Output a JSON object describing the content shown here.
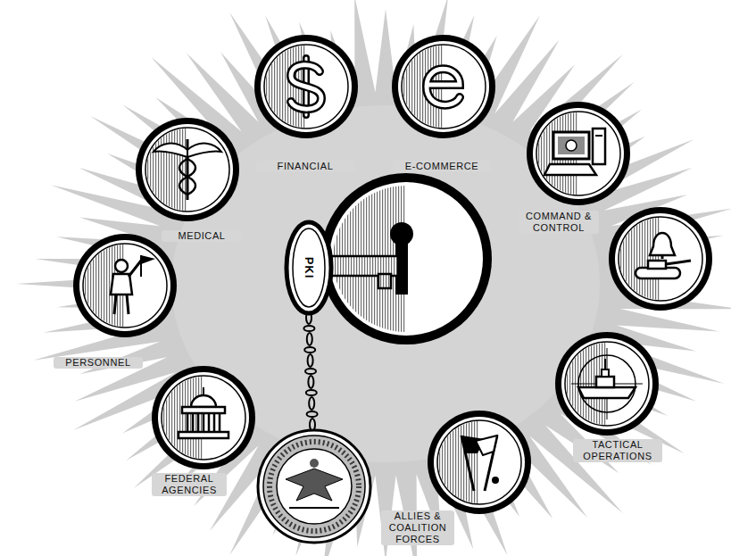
{
  "diagram": {
    "nodes": [
      {
        "text": [
          "FINANCIAL"
        ]
      },
      {
        "text": [
          "E-COMMERCE"
        ]
      },
      {
        "text": [
          "COMMAND & CONTROL"
        ]
      },
      {
        "text": [
          "TACTICAL OPERATIONS"
        ]
      },
      {
        "text": [
          "ALLIES & COALITION FORCES"
        ]
      },
      {
        "text": [
          "FEDERAL AGENCIES"
        ]
      },
      {
        "text": [
          "PERSONNEL"
        ]
      },
      {
        "text": [
          "MEDICAL"
        ]
      },
      {
        "text": [
          "PKI"
        ]
      }
    ]
  }
}
